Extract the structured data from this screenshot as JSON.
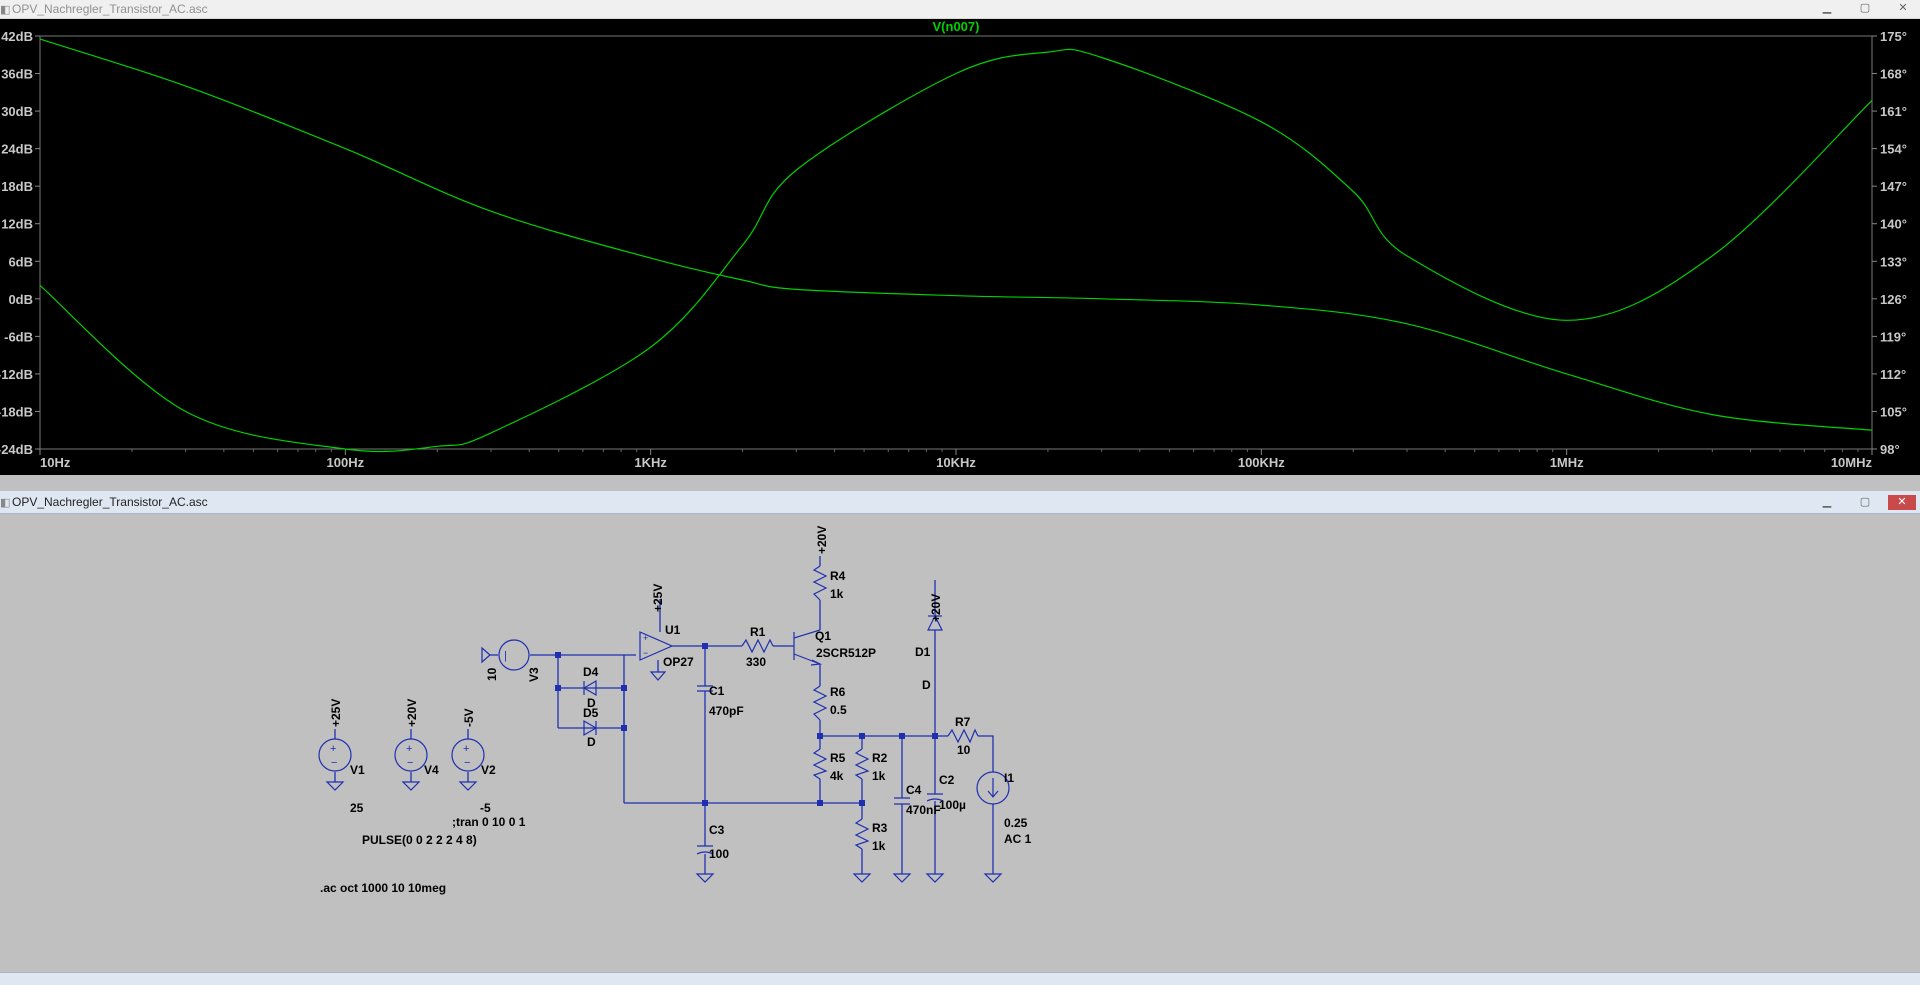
{
  "plot_window": {
    "title": "OPV_Nachregler_Transistor_AC.asc",
    "trace_name": "V(n007)",
    "trace_color": "#00d000",
    "background": "#000000",
    "x_ticks": [
      "10Hz",
      "100Hz",
      "1KHz",
      "10KHz",
      "100KHz",
      "1MHz",
      "10MHz"
    ],
    "y_left_ticks": [
      "42dB",
      "36dB",
      "30dB",
      "24dB",
      "18dB",
      "12dB",
      "6dB",
      "0dB",
      "-6dB",
      "-12dB",
      "-18dB",
      "-24dB"
    ],
    "y_right_ticks": [
      "175°",
      "168°",
      "161°",
      "154°",
      "147°",
      "140°",
      "133°",
      "126°",
      "119°",
      "112°",
      "105°",
      "98°"
    ]
  },
  "chart_data": {
    "type": "line",
    "title": "V(n007)",
    "xlabel": "",
    "ylabel": "",
    "x_scale": "log",
    "xlim": [
      10,
      10000000
    ],
    "ylim_left_db": [
      -24,
      42
    ],
    "ylim_right_deg": [
      98,
      175
    ],
    "grid": false,
    "series": [
      {
        "name": "V(n007)",
        "axis": "left",
        "unit": "dB",
        "x": [
          10,
          30,
          100,
          300,
          1000,
          2000,
          3000,
          10000,
          30000,
          100000,
          300000,
          1000000,
          3000000,
          10000000
        ],
        "values": [
          41.5,
          34,
          24,
          14,
          6.5,
          3,
          1.5,
          0.5,
          0,
          -1,
          -4,
          -12,
          -18.5,
          -21
        ]
      },
      {
        "name": "V(n007)",
        "axis": "right",
        "unit": "deg",
        "x": [
          10,
          30,
          100,
          200,
          300,
          1000,
          2000,
          3000,
          10000,
          20000,
          30000,
          100000,
          200000,
          300000,
          1000000,
          3000000,
          10000000
        ],
        "values": [
          128.5,
          105,
          98,
          98.5,
          101,
          117,
          136,
          150,
          168,
          172,
          171,
          159,
          146,
          134,
          122,
          134,
          163
        ]
      }
    ]
  },
  "schematic_window": {
    "title": "OPV_Nachregler_Transistor_AC.asc",
    "wire_color": "#1f2fb0",
    "labels": {
      "plus25v_u1": "+25V",
      "u1": "U1",
      "op27": "OP27",
      "r1": "R1",
      "r1_val": "330",
      "q1": "Q1",
      "q1_val": "2SCR512P",
      "plus20v_q": "+20V",
      "r4": "R4",
      "r4_val": "1k",
      "r6": "R6",
      "r6_val": "0.5",
      "r5": "R5",
      "r5_val": "4k",
      "r2": "R2",
      "r2_val": "1k",
      "r3": "R3",
      "r3_val": "1k",
      "plus20v_d": "+20V",
      "d1": "D1",
      "d1_val": "D",
      "r7": "R7",
      "r7_val": "10",
      "c4": "C4",
      "c4_val": "470nF",
      "c2": "C2",
      "c2_val": "100µ",
      "i1": "I1",
      "i1_val": "0.25",
      "i1_ac": "AC 1",
      "c1": "C1",
      "c1_val": "470pF",
      "c3": "C3",
      "c3_val": "100",
      "d4": "D4",
      "d4_val": "D",
      "d5": "D5",
      "d5_val": "D",
      "v3_val": "10",
      "v3": "V3",
      "v1_top": "+25V",
      "v1": "V1",
      "v1_val": "25",
      "v4_top": "+20V",
      "v4": "V4",
      "v2_top": "-5V",
      "v2": "V2",
      "v2_val": "-5",
      "tran": ";tran 0 10 0 1",
      "pulse": "PULSE(0 0 2 2 2 4 8)",
      "ac_cmd": ".ac oct 1000 10 10meg"
    }
  }
}
